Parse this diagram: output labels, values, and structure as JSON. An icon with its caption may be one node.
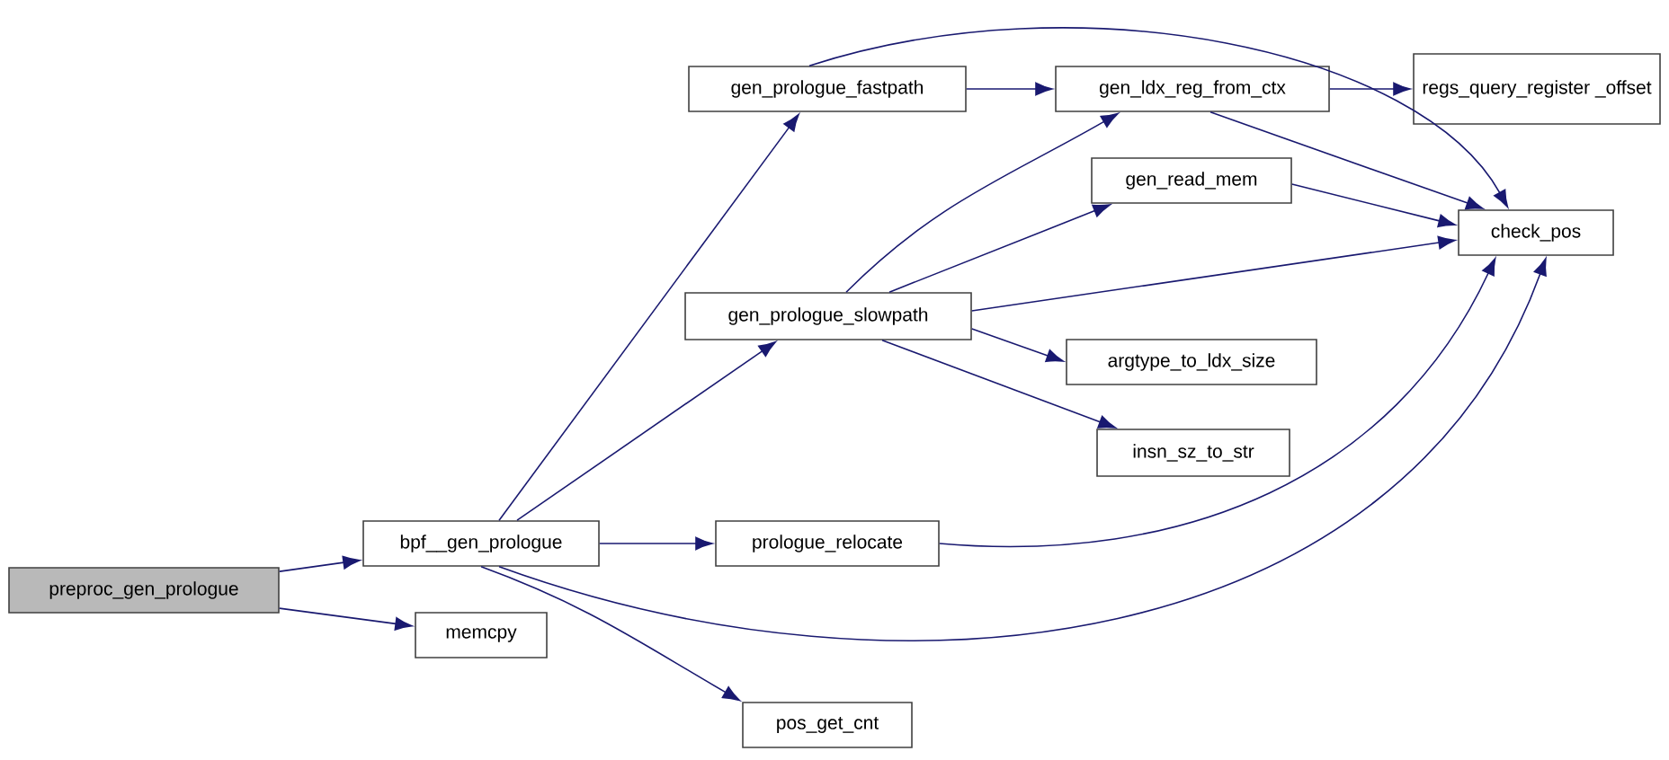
{
  "diagram": {
    "nodes": [
      {
        "text": [
          "preproc_gen_prologue"
        ]
      },
      {
        "text": [
          "bpf__gen_prologue"
        ]
      },
      {
        "text": [
          "memcpy"
        ]
      },
      {
        "text": [
          "gen_prologue_fastpath"
        ]
      },
      {
        "text": [
          "gen_prologue_slowpath"
        ]
      },
      {
        "text": [
          "prologue_relocate"
        ]
      },
      {
        "text": [
          "pos_get_cnt"
        ]
      },
      {
        "text": [
          "gen_ldx_reg_from_ctx"
        ]
      },
      {
        "text": [
          "regs_query_register _offset"
        ]
      },
      {
        "text": [
          "gen_read_mem"
        ]
      },
      {
        "text": [
          "check_pos"
        ]
      },
      {
        "text": [
          "argtype_to_ldx_size"
        ]
      },
      {
        "text": [
          "insn_sz_to_str"
        ]
      }
    ],
    "edges": [
      {
        "from": 0,
        "to": 1,
        "arrow": "to"
      },
      {
        "from": 0,
        "to": 2,
        "arrow": "to"
      },
      {
        "from": 1,
        "to": 3,
        "arrow": "to"
      },
      {
        "from": 1,
        "to": 4,
        "arrow": "to"
      },
      {
        "from": 1,
        "to": 5,
        "arrow": "to"
      },
      {
        "from": 1,
        "to": 10,
        "arrow": "to"
      },
      {
        "from": 1,
        "to": 6,
        "arrow": "to"
      },
      {
        "from": 3,
        "to": 7,
        "arrow": "to"
      },
      {
        "from": 3,
        "to": 10,
        "arrow": "to"
      },
      {
        "from": 4,
        "to": 7,
        "arrow": "to"
      },
      {
        "from": 4,
        "to": 9,
        "arrow": "to"
      },
      {
        "from": 4,
        "to": 10,
        "arrow": "to"
      },
      {
        "from": 4,
        "to": 11,
        "arrow": "to"
      },
      {
        "from": 4,
        "to": 12,
        "arrow": "to"
      },
      {
        "from": 7,
        "to": 8,
        "arrow": "to"
      },
      {
        "from": 7,
        "to": 10,
        "arrow": "to"
      },
      {
        "from": 9,
        "to": 10,
        "arrow": "to"
      },
      {
        "from": 5,
        "to": 10,
        "arrow": "to"
      }
    ]
  }
}
